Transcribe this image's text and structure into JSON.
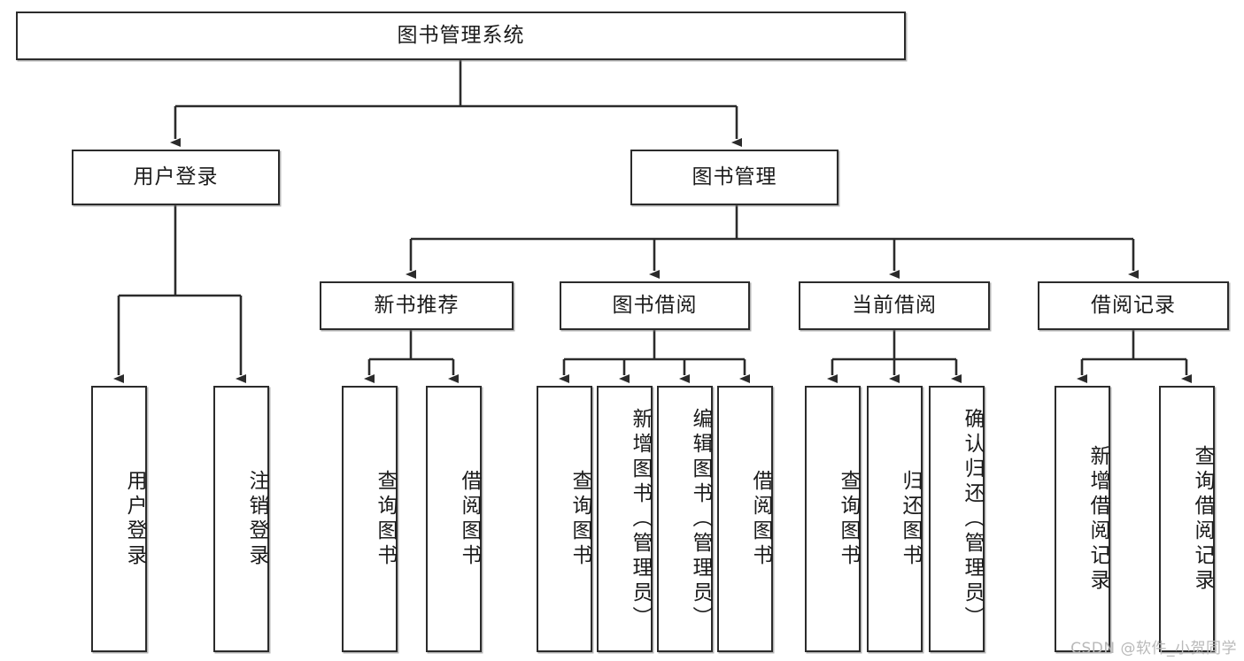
{
  "diagram": {
    "type": "tree",
    "title": "图书管理系统",
    "root": {
      "label": "图书管理系统"
    },
    "level2": [
      {
        "label": "用户登录"
      },
      {
        "label": "图书管理"
      }
    ],
    "level3": [
      {
        "label": "新书推荐"
      },
      {
        "label": "图书借阅"
      },
      {
        "label": "当前借阅"
      },
      {
        "label": "借阅记录"
      }
    ],
    "leaves": {
      "user_login": [
        {
          "label": "用户登录"
        },
        {
          "label": "注销登录"
        }
      ],
      "new_book_recommend": [
        {
          "label": "查询图书"
        },
        {
          "label": "借阅图书"
        }
      ],
      "book_borrow": [
        {
          "label": "查询图书"
        },
        {
          "label": "新增图书（管理员）"
        },
        {
          "label": "编辑图书（管理员）"
        },
        {
          "label": "借阅图书"
        }
      ],
      "current_borrow": [
        {
          "label": "查询图书"
        },
        {
          "label": "归还图书"
        },
        {
          "label": "确认归还（管理员）"
        }
      ],
      "borrow_record": [
        {
          "label": "新增借阅记录"
        },
        {
          "label": "查询借阅记录"
        }
      ]
    }
  },
  "watermark": {
    "text": "CSDN @软件_小贺同学"
  },
  "colors": {
    "box_border": "#2b2b2b",
    "box_fill": "#ffffff",
    "text": "#1b1b1b",
    "connector": "#2b2b2b",
    "watermark": "#b9b9b9",
    "background": "#ffffff"
  }
}
